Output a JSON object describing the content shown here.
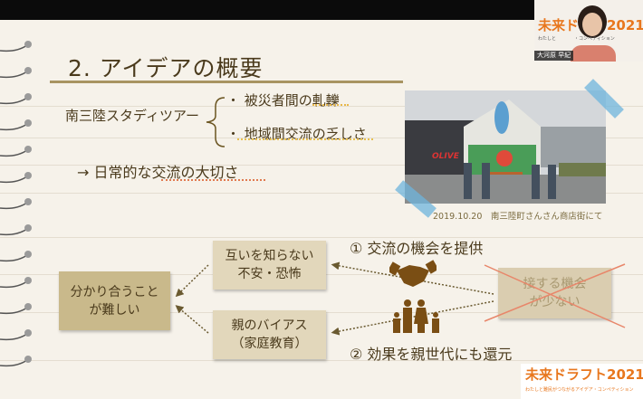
{
  "slide": {
    "title": "2. アイデアの概要",
    "tour_label": "南三陸スタディツアー",
    "bullets": [
      "・ 被災者間の軋轢",
      "・ 地域間交流の乏しさ"
    ],
    "conclusion": "→ 日常的な交流の大切さ",
    "photo": {
      "sign_text": "OLIVE",
      "caption": "2019.10.20　南三陸町さんさん商店街にて"
    },
    "diagram": {
      "result_box": [
        "分かり合うこと",
        "が難しい"
      ],
      "cause1_box": [
        "互いを知らない",
        "不安・恐怖"
      ],
      "cause2_box": [
        "親のバイアス",
        "（家庭教育）"
      ],
      "root_box": [
        "接する機会",
        "が少ない"
      ],
      "solution1": "① 交流の機会を提供",
      "solution2": "② 効果を親世代にも還元",
      "icons": [
        "handshake-icon",
        "family-icon"
      ]
    }
  },
  "webcam": {
    "participant_name": "大河原 早紀",
    "bg_logo": "未来ド",
    "bg_logo2": "2021",
    "bg_sub": "わたしと　　　　・コンペティション"
  },
  "logo": {
    "title": "未来ドラフト2021",
    "subtitle": "わたしと難民がつながるアイデア・コンペティション"
  },
  "colors": {
    "text": "#4a3a1c",
    "accent_orange": "#e8771e",
    "cross_red": "#e8866a",
    "box_dark": "#c9b98b",
    "box_light": "#e2d7bb"
  }
}
